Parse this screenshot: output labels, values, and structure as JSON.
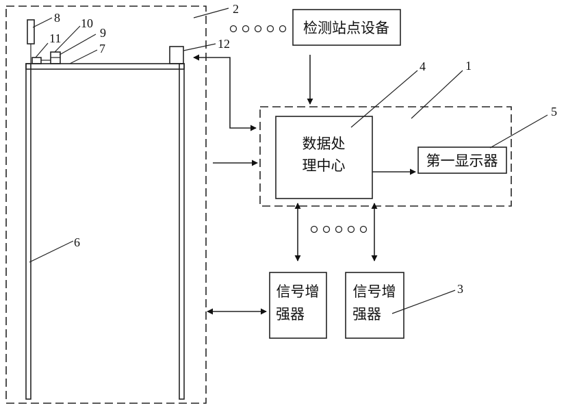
{
  "labels": {
    "detection_station": "检测站点设备",
    "data_center_line1": "数据处",
    "data_center_line2": "理中心",
    "first_display": "第一显示器",
    "signal_booster_line1": "信号增",
    "signal_booster_line2": "强器"
  },
  "callouts": {
    "n1": "1",
    "n2": "2",
    "n3": "3",
    "n4": "4",
    "n5": "5",
    "n6": "6",
    "n7": "7",
    "n8": "8",
    "n9": "9",
    "n10": "10",
    "n11": "11",
    "n12": "12"
  }
}
